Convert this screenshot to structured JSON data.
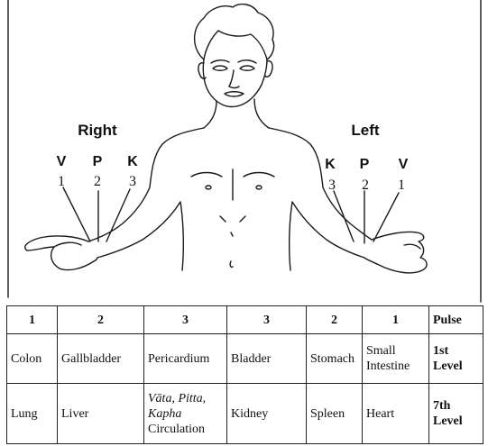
{
  "figure": {
    "side_right": "Right",
    "side_left": "Left",
    "right_letters": [
      "V",
      "P",
      "K"
    ],
    "right_numbers": [
      "1",
      "2",
      "3"
    ],
    "left_letters": [
      "K",
      "P",
      "V"
    ],
    "left_numbers": [
      "3",
      "2",
      "1"
    ],
    "ink_color": "#1a1a1a"
  },
  "table": {
    "header": [
      "1",
      "2",
      "3",
      "3",
      "2",
      "1",
      "Pulse"
    ],
    "row1": {
      "cells": [
        "Colon",
        "Gallbladder",
        "Pericardium",
        "Bladder",
        "Stomach",
        "Small Intestine"
      ],
      "level": "1st Level"
    },
    "row2": {
      "cells": [
        "Lung",
        "Liver",
        "",
        "Kidney",
        "Spleen",
        "Heart"
      ],
      "vpk_italic": "Vāta, Pitta, Kapha",
      "vpk_plain": "Circulation",
      "level": "7th Level"
    }
  }
}
